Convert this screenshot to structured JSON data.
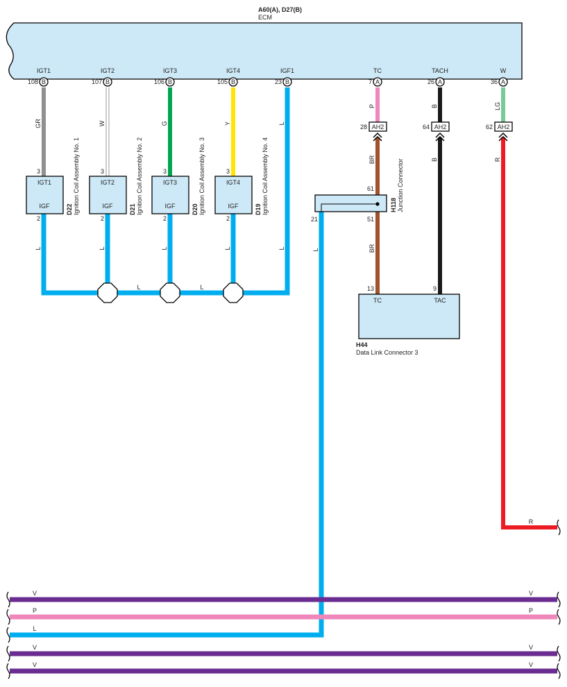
{
  "ecm": {
    "title": "A60(A), D27(B)",
    "name": "ECM",
    "pins": [
      {
        "label": "IGT1",
        "num": "108",
        "conn": "B"
      },
      {
        "label": "IGT2",
        "num": "107",
        "conn": "B"
      },
      {
        "label": "IGT3",
        "num": "106",
        "conn": "B"
      },
      {
        "label": "IGT4",
        "num": "105",
        "conn": "B"
      },
      {
        "label": "IGF1",
        "num": "23",
        "conn": "B"
      },
      {
        "label": "TC",
        "num": "7",
        "conn": "A"
      },
      {
        "label": "TACH",
        "num": "26",
        "conn": "A"
      },
      {
        "label": "W",
        "num": "36",
        "conn": "A"
      }
    ]
  },
  "coils": [
    {
      "id": "D22",
      "name": "Ignition Coil Assembly No. 1",
      "top_pin_label": "IGT1",
      "bottom_pin_label": "IGF",
      "top_pin": "3",
      "bottom_pin": "2",
      "wire_top": "GR",
      "wire_bottom": "L"
    },
    {
      "id": "D21",
      "name": "Ignition Coil Assembly No. 2",
      "top_pin_label": "IGT2",
      "bottom_pin_label": "IGF",
      "top_pin": "3",
      "bottom_pin": "2",
      "wire_top": "W",
      "wire_bottom": "L"
    },
    {
      "id": "D20",
      "name": "Ignition Coil Assembly No. 3",
      "top_pin_label": "IGT3",
      "bottom_pin_label": "IGF",
      "top_pin": "3",
      "bottom_pin": "2",
      "wire_top": "G",
      "wire_bottom": "L"
    },
    {
      "id": "D19",
      "name": "Ignition Coil Assembly No. 4",
      "top_pin_label": "IGT4",
      "bottom_pin_label": "IGF",
      "top_pin": "3",
      "bottom_pin": "2",
      "wire_top": "Y",
      "wire_bottom": "L"
    }
  ],
  "igf_wire": "L",
  "splice_labels": [
    "L",
    "L"
  ],
  "junction": {
    "id": "H118",
    "name": "Junction Connector",
    "pin_top": "61",
    "pin_bottom": "51",
    "pin_left": "21",
    "wire_left": "L",
    "wire_bottom": "BR"
  },
  "inline_connectors": [
    {
      "name": "AH2",
      "pin": "28",
      "wire_above": "P",
      "wire_below": "BR"
    },
    {
      "name": "AH2",
      "pin": "64",
      "wire_above": "B",
      "wire_below": "B"
    },
    {
      "name": "AH2",
      "pin": "62",
      "wire_above": "LG",
      "wire_below": "R"
    }
  ],
  "dlc": {
    "id": "H44",
    "name": "Data Link Connector 3",
    "pins": [
      {
        "label": "TC",
        "num": "13"
      },
      {
        "label": "TAC",
        "num": "9"
      }
    ]
  },
  "red_wire_label": "R",
  "bus_wires": [
    {
      "left": "V",
      "right": "V"
    },
    {
      "left": "P",
      "right": "P"
    },
    {
      "left": "L",
      "right": ""
    },
    {
      "left": "V",
      "right": "V"
    },
    {
      "left": "V",
      "right": "V"
    }
  ],
  "colors": {
    "ecu_fill": "#cde8f6",
    "blue_L": "#00aeef",
    "gray_GR": "#909090",
    "green_G": "#00a651",
    "yellow_Y": "#ffe600",
    "pink_P": "#ef87bb",
    "brown_BR": "#a0522d",
    "black_B": "#1a1a1a",
    "lightgreen_LG": "#78c89a",
    "red_R": "#ed1c24",
    "violet_V": "#6b2c91"
  }
}
